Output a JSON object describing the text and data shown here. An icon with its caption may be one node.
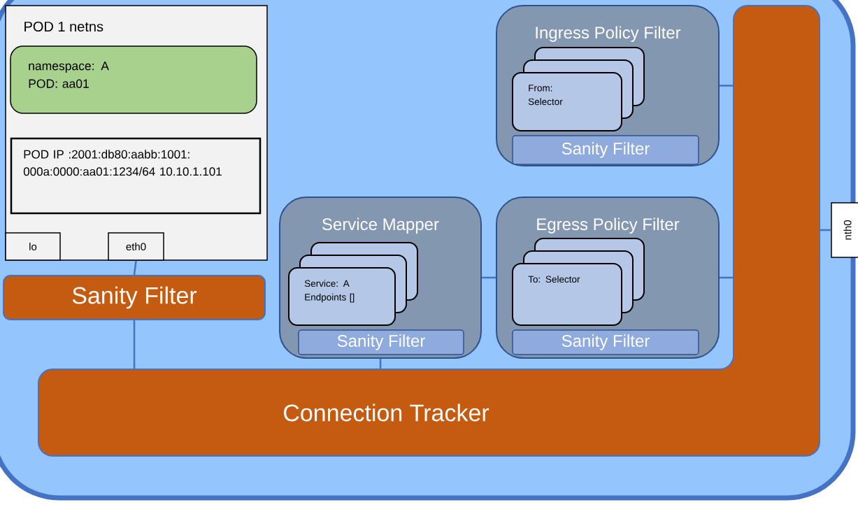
{
  "diagram": {
    "nodes": [
      {
        "text": [
          "POD 1 netns"
        ]
      },
      {
        "text": [
          "namespace: A POD: aa01"
        ],
        "in": 0
      },
      {
        "text": [
          "POD IP :2001:db80:aabb:1001: 000a:0000:aa01:1234/64 10.10.1.101"
        ],
        "in": 0
      },
      {
        "text": [
          "lo"
        ],
        "in": 0
      },
      {
        "text": [
          "eth0"
        ],
        "in": 0
      },
      {
        "text": [
          "Sanity Filter"
        ]
      },
      {
        "text": [
          "Ingress Policy Filter"
        ]
      },
      {
        "text": [
          "From: Selector"
        ],
        "in": 6
      },
      {
        "text": [
          "Sanity Filter"
        ],
        "in": 6
      },
      {
        "text": [
          "Service Mapper"
        ]
      },
      {
        "text": [
          "Service: A Endpoints []"
        ],
        "in": 9
      },
      {
        "text": [
          "Sanity Filter"
        ],
        "in": 9
      },
      {
        "text": [
          "Egress Policy Filter"
        ]
      },
      {
        "text": [
          "To: Selector"
        ],
        "in": 12
      },
      {
        "text": [
          "Sanity Filter"
        ],
        "in": 12
      },
      {
        "text": [
          "Connection Tracker"
        ]
      },
      {
        "text": [
          "nth0"
        ]
      }
    ],
    "edges": [
      {
        "from": 4,
        "to": 5,
        "arrow": "none"
      },
      {
        "from": 5,
        "to": 15,
        "arrow": "none"
      },
      {
        "from": 9,
        "to": 15,
        "arrow": "none"
      },
      {
        "from": 9,
        "to": 12,
        "arrow": "none"
      },
      {
        "from": 12,
        "to": 15,
        "arrow": "none"
      },
      {
        "from": 6,
        "to": 15,
        "arrow": "none"
      },
      {
        "from": 15,
        "to": 16,
        "arrow": "none"
      }
    ]
  }
}
